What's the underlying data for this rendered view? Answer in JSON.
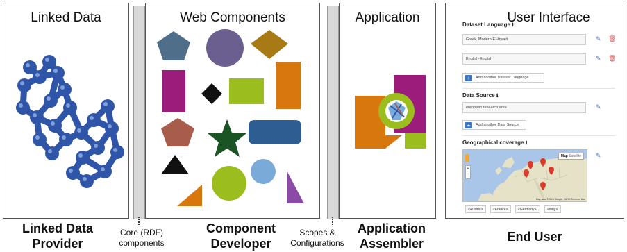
{
  "panels": {
    "linked_data": {
      "title": "Linked Data"
    },
    "web_components": {
      "title": "Web Components"
    },
    "application": {
      "title": "Application"
    },
    "user_interface": {
      "title": "User Interface",
      "dataset_language_label": "Dataset Language",
      "languages": [
        "Greek, Modern-Ελληνικά",
        "English-English"
      ],
      "add_language_label": "Add another Dataset Language",
      "data_source_label": "Data Source",
      "data_source_value": "european research area",
      "add_data_source_label": "Add another Data Source",
      "geo_label": "Geographical coverage",
      "map_tab_map": "Map",
      "map_tab_satellite": "Satellite",
      "map_footer": "Map data ©2014 Google, INEGI   Terms of Use",
      "countries": [
        "<Austria>",
        "<France>",
        "<Germany>",
        "<Italy>"
      ]
    }
  },
  "labels": {
    "core_components": [
      "Core (RDF)",
      "components"
    ],
    "scopes_configurations": [
      "Scopes &",
      "Configurations"
    ]
  },
  "roles": {
    "provider": [
      "Linked Data",
      "Provider"
    ],
    "developer": [
      "Component",
      "Developer"
    ],
    "assembler": [
      "Application",
      "Assembler"
    ],
    "end_user": [
      "End User"
    ]
  },
  "colors": {
    "graph_blue": "#2f55a8",
    "pentagon_blue": "#4f6e8a",
    "circle_purple": "#6a5f8e",
    "diamond_gold": "#a77a16",
    "magenta": "#9c1c7c",
    "orange": "#d9770f",
    "lime": "#9bbd1e",
    "brown": "#a85d4c",
    "green_star": "#1b5424",
    "steel_blue": "#2e5d92",
    "light_blue": "#7aaad8",
    "violet": "#8a4aa6"
  }
}
